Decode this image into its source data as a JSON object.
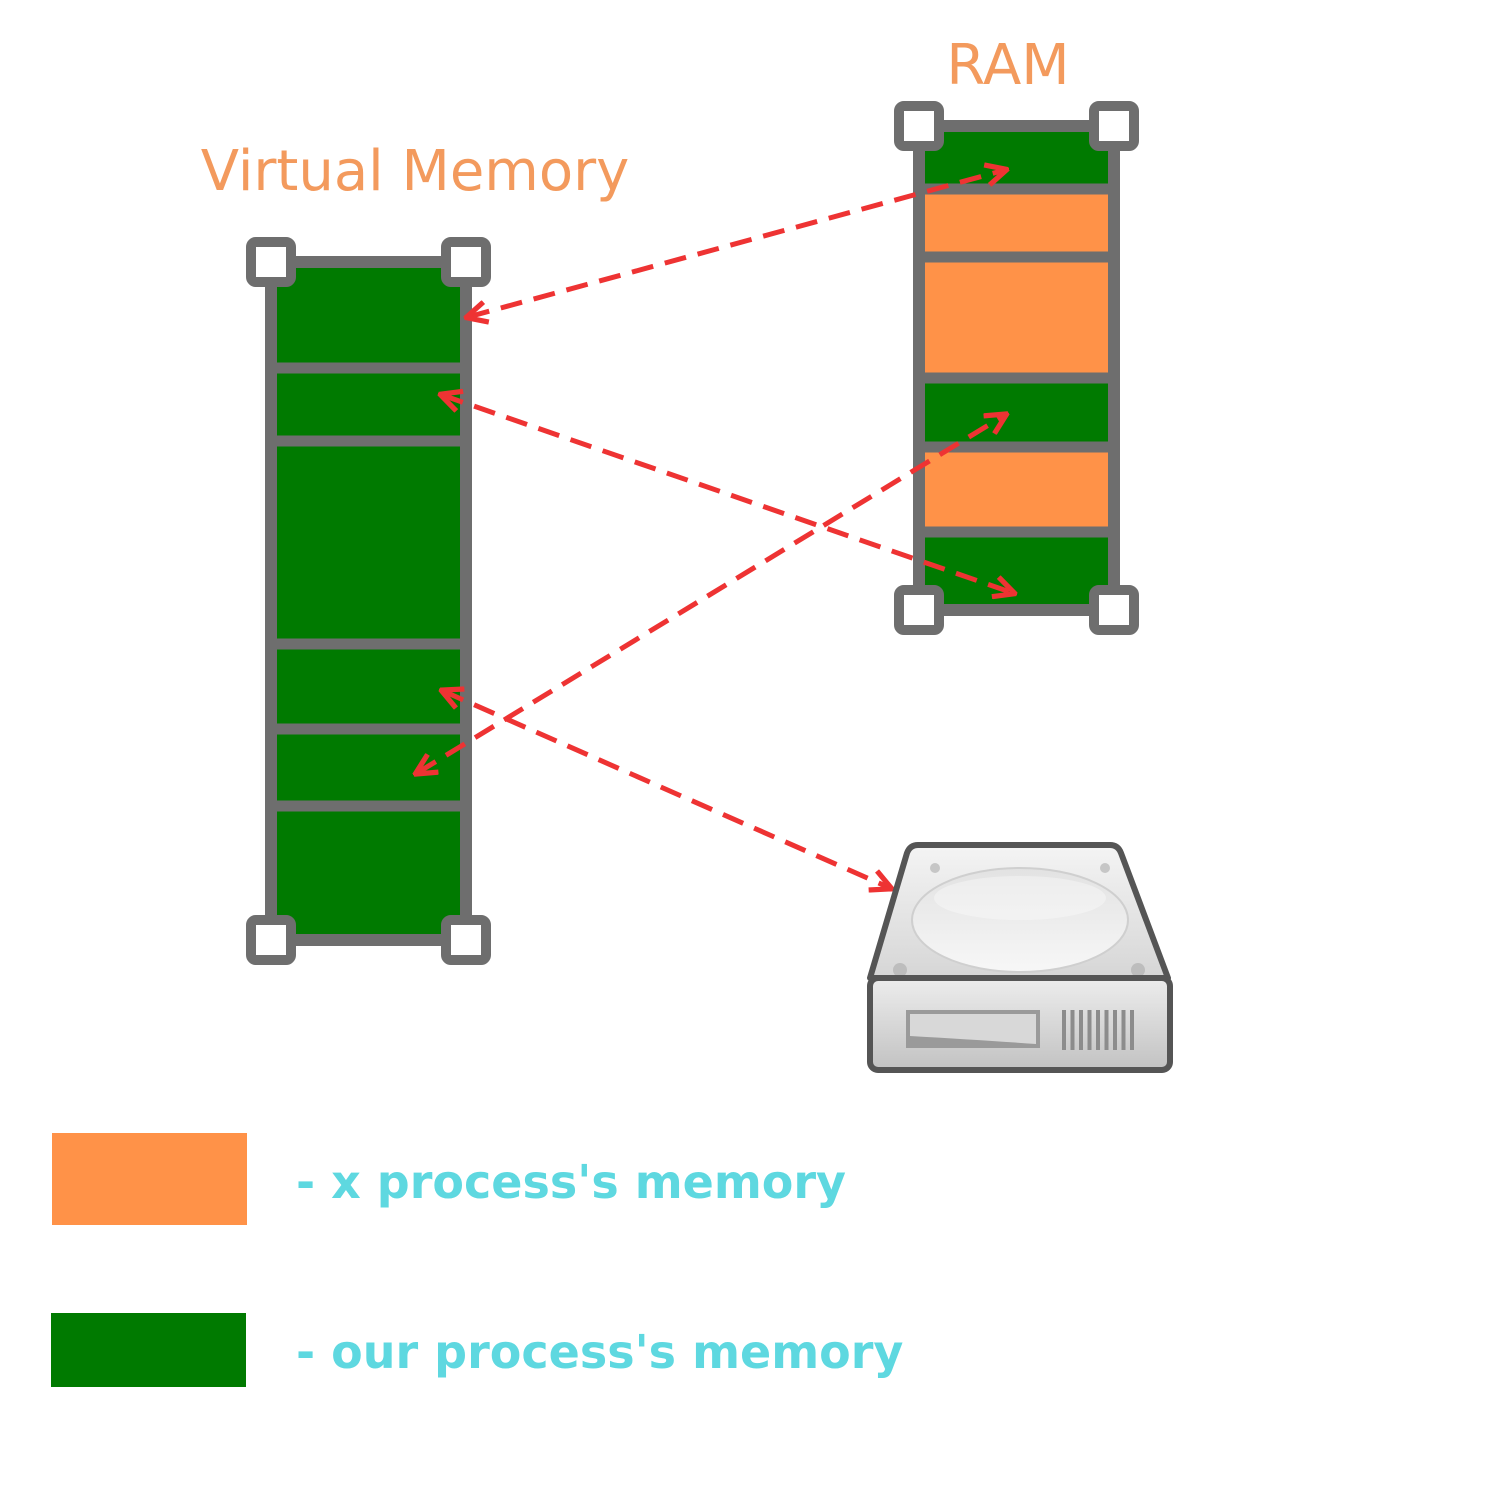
{
  "virtual_memory": {
    "title": "Virtual Memory",
    "blocks": [
      "ours",
      "ours",
      "ours",
      "ours",
      "ours",
      "ours"
    ]
  },
  "ram": {
    "title": "RAM",
    "blocks": [
      "ours",
      "x",
      "x",
      "ours",
      "x",
      "ours"
    ]
  },
  "mappings": [
    {
      "from": "virtual-block-1",
      "to": "ram-block-1"
    },
    {
      "from": "virtual-block-2",
      "to": "ram-block-6"
    },
    {
      "from": "virtual-block-5",
      "to": "ram-block-4"
    },
    {
      "from": "virtual-block-4",
      "to": "disk"
    }
  ],
  "legend": {
    "x_process": "- x process's memory",
    "our_process": "- our process's memory"
  },
  "colors": {
    "x_process": "#ff9248",
    "our_process": "#007a00",
    "frame": "#6e6e6e",
    "arrow": "#ee3333",
    "title": "#f39a5d",
    "legend_text": "#5ed8e0"
  },
  "icons": {
    "disk": "hard-disk-drive-icon"
  }
}
